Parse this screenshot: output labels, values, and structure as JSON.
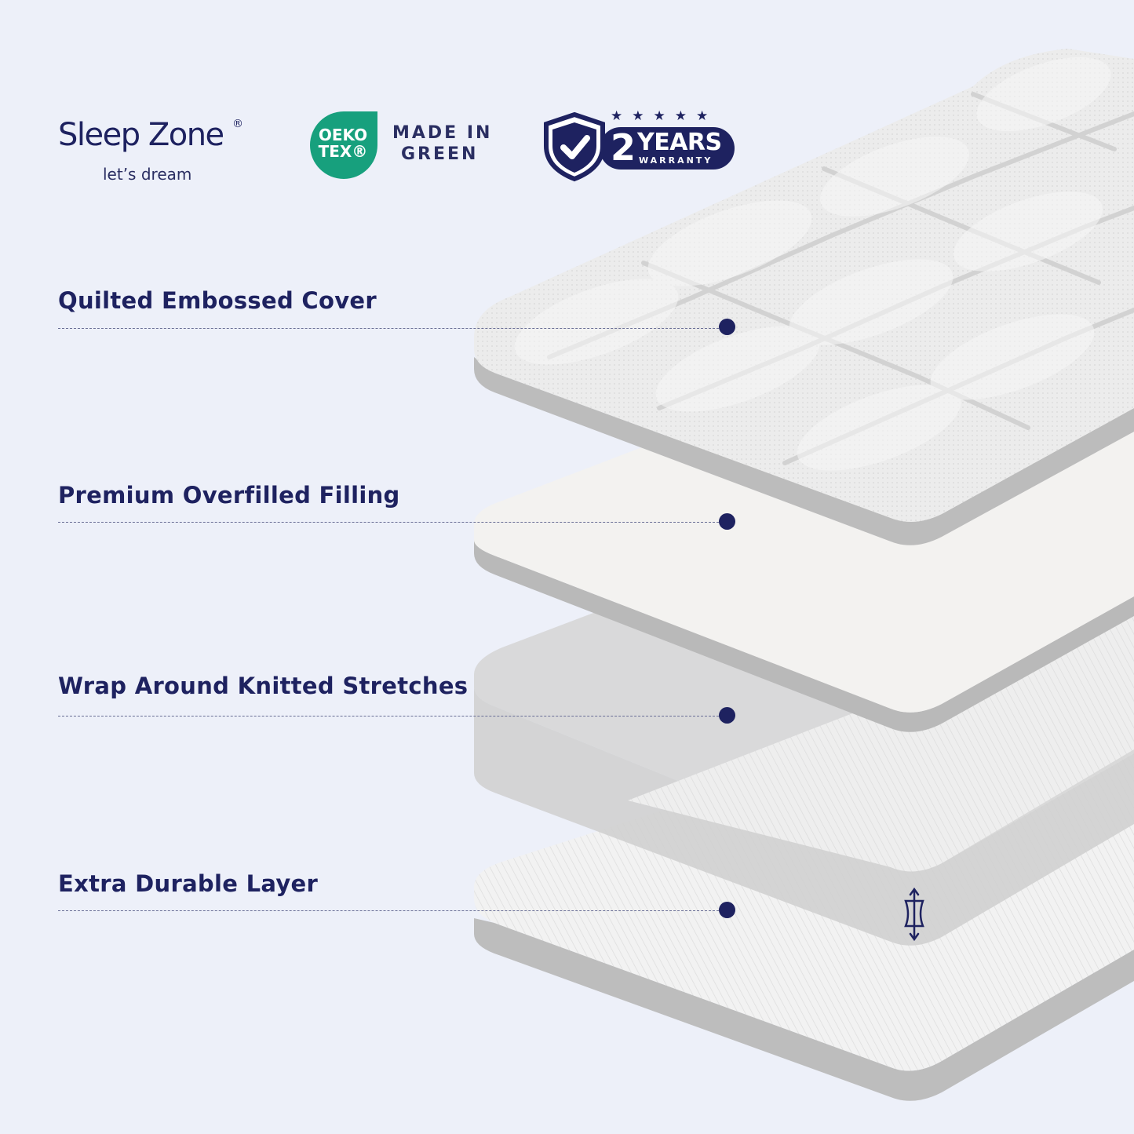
{
  "brand": {
    "name": "Sleep Zone",
    "registered_mark": "®",
    "tagline": "let’s dream"
  },
  "oeko_badge": {
    "mark_line1": "OEKO",
    "mark_line2": "TEX®",
    "made_in_line1": "MADE IN",
    "made_in_line2": "GREEN",
    "color": "#17a07d"
  },
  "warranty_badge": {
    "stars": "★★★★★",
    "number": "2",
    "years_label": "YEARS",
    "sub_label": "WARRANTY",
    "color": "#1e2260"
  },
  "layers": [
    {
      "label": "Quilted Embossed Cover"
    },
    {
      "label": "Premium Overfilled Filling"
    },
    {
      "label": "Wrap Around Knitted Stretches"
    },
    {
      "label": "Extra Durable Layer"
    }
  ],
  "colors": {
    "background": "#edf0f9",
    "accent": "#1e2260"
  },
  "icons": {
    "stretch": "stretch-icon",
    "checkmark": "shield-check-icon"
  }
}
